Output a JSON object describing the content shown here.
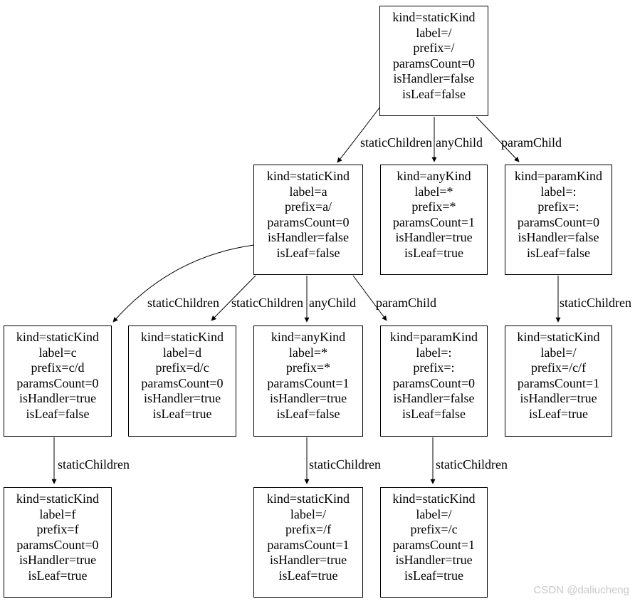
{
  "diagram_type": "router-radix-tree",
  "colors": {
    "background": "#ffffff",
    "node_border": "#000000",
    "edge": "#000000",
    "text": "#000000",
    "watermark_text": "#c8c8c8"
  },
  "nodes": [
    {
      "id": "root",
      "lines": [
        "kind=staticKind",
        "label=/",
        "prefix=/",
        "paramsCount=0",
        "isHandler=false",
        "isLeaf=false"
      ]
    },
    {
      "id": "node-a",
      "lines": [
        "kind=staticKind",
        "label=a",
        "prefix=a/",
        "paramsCount=0",
        "isHandler=false",
        "isLeaf=false"
      ]
    },
    {
      "id": "node-any-1",
      "lines": [
        "kind=anyKind",
        "label=*",
        "prefix=*",
        "paramsCount=1",
        "isHandler=true",
        "isLeaf=true"
      ]
    },
    {
      "id": "node-param-1",
      "lines": [
        "kind=paramKind",
        "label=:",
        "prefix=:",
        "paramsCount=0",
        "isHandler=false",
        "isLeaf=false"
      ]
    },
    {
      "id": "node-c",
      "lines": [
        "kind=staticKind",
        "label=c",
        "prefix=c/d",
        "paramsCount=0",
        "isHandler=true",
        "isLeaf=false"
      ]
    },
    {
      "id": "node-d",
      "lines": [
        "kind=staticKind",
        "label=d",
        "prefix=d/c",
        "paramsCount=0",
        "isHandler=true",
        "isLeaf=true"
      ]
    },
    {
      "id": "node-any-2",
      "lines": [
        "kind=anyKind",
        "label=*",
        "prefix=*",
        "paramsCount=1",
        "isHandler=true",
        "isLeaf=false"
      ]
    },
    {
      "id": "node-param-2",
      "lines": [
        "kind=paramKind",
        "label=:",
        "prefix=:",
        "paramsCount=0",
        "isHandler=false",
        "isLeaf=false"
      ]
    },
    {
      "id": "node-slash-cf",
      "lines": [
        "kind=staticKind",
        "label=/",
        "prefix=/c/f",
        "paramsCount=1",
        "isHandler=true",
        "isLeaf=true"
      ]
    },
    {
      "id": "node-f",
      "lines": [
        "kind=staticKind",
        "label=f",
        "prefix=f",
        "paramsCount=0",
        "isHandler=true",
        "isLeaf=true"
      ]
    },
    {
      "id": "node-slash-f",
      "lines": [
        "kind=staticKind",
        "label=/",
        "prefix=/f",
        "paramsCount=1",
        "isHandler=true",
        "isLeaf=true"
      ]
    },
    {
      "id": "node-slash-c",
      "lines": [
        "kind=staticKind",
        "label=/",
        "prefix=/c",
        "paramsCount=1",
        "isHandler=true",
        "isLeaf=true"
      ]
    }
  ],
  "edges": [
    {
      "from": "root",
      "to": "node-a",
      "label": "staticChildren"
    },
    {
      "from": "root",
      "to": "node-any-1",
      "label": "anyChild"
    },
    {
      "from": "root",
      "to": "node-param-1",
      "label": "paramChild"
    },
    {
      "from": "node-a",
      "to": "node-c",
      "label": "staticChildren"
    },
    {
      "from": "node-a",
      "to": "node-d",
      "label": "staticChildren"
    },
    {
      "from": "node-a",
      "to": "node-any-2",
      "label": "anyChild"
    },
    {
      "from": "node-a",
      "to": "node-param-2",
      "label": "paramChild"
    },
    {
      "from": "node-param-1",
      "to": "node-slash-cf",
      "label": "staticChildren"
    },
    {
      "from": "node-c",
      "to": "node-f",
      "label": "staticChildren"
    },
    {
      "from": "node-any-2",
      "to": "node-slash-f",
      "label": "staticChildren"
    },
    {
      "from": "node-param-2",
      "to": "node-slash-c",
      "label": "staticChildren"
    }
  ],
  "watermark": "CSDN @daliucheng"
}
